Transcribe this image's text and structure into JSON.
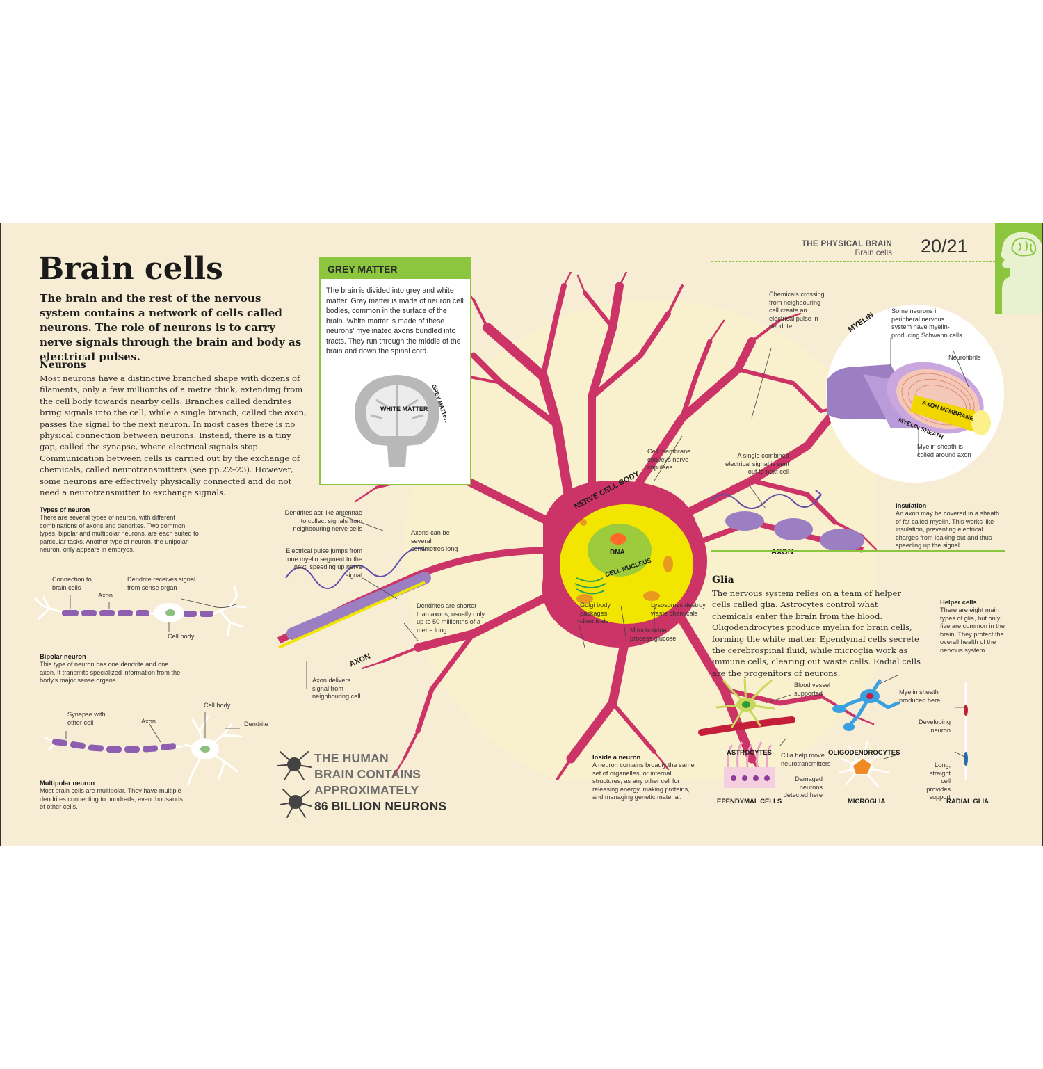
{
  "header": {
    "section": "THE PHYSICAL BRAIN",
    "subsection": "Brain cells",
    "pages": "20/21"
  },
  "title": "Brain cells",
  "intro": "The brain and the rest of the nervous system contains a network of cells called neurons. The role of neurons is to carry nerve signals through the brain and body as electrical pulses.",
  "neurons": {
    "heading": "Neurons",
    "text": "Most neurons have a distinctive branched shape with dozens of filaments, only a few millionths of a metre thick, extending from the cell body towards nearby cells. Branches called dendrites bring signals into the cell, while a single branch, called the axon, passes the signal to the next neuron. In most cases there is no physical connection between neurons. Instead, there is a tiny gap, called the synapse, where electrical signals stop. Communication between cells is carried out by the exchange of chemicals, called neurotransmitters (see pp.22–23). However, some neurons are effectively physically connected and do not need a neurotransmitter to exchange signals."
  },
  "types": {
    "heading": "Types of neuron",
    "text": "There are several types of neuron, with different combinations of axons and dendrites. Two common types, bipolar and multipolar neurons, are each suited to particular tasks. Another type of neuron, the unipolar neuron, only appears in embryos.",
    "bipolar_labels": {
      "connection": "Connection to brain cells",
      "axon": "Axon",
      "dendrite": "Dendrite receives signal from sense organ",
      "cell_body": "Cell body"
    },
    "bipolar_heading": "Bipolar neuron",
    "bipolar_text": "This type of neuron has one dendrite and one axon. It transmits specialized information from the body's major sense organs.",
    "multipolar_labels": {
      "synapse": "Synapse with other cell",
      "axon": "Axon",
      "cell_body": "Cell body",
      "dendrite": "Dendrite"
    },
    "multipolar_heading": "Multipolar neuron",
    "multipolar_text": "Most brain cells are multipolar. They have multiple dendrites connecting to hundreds, even thousands, of other cells."
  },
  "grey_matter": {
    "heading": "GREY MATTER",
    "text": "The brain is divided into grey and white matter. Grey matter is made of neuron cell bodies, common in the surface of the brain. White matter is made of these neurons' myelinated axons bundled into tracts. They run through the middle of the brain and down the spinal cord.",
    "label_grey": "GREY MATTER",
    "label_white": "WHITE MATTER"
  },
  "neuron_diagram": {
    "cell_body": "NERVE CELL BODY",
    "nucleus": "CELL NUCLEUS",
    "dna": "DNA",
    "axon_left": "AXON",
    "axon_right": "AXON",
    "annotations": {
      "dendrites_antennae": "Dendrites act like antennae to collect signals from neighbouring nerve cells",
      "pulse_jumps": "Electrical pulse jumps from one myelin segment to the next, speeding up nerve signal",
      "axons_long": "Axons can be several centimetres long",
      "dendrites_shorter": "Dendrites are shorter than axons, usually only up to 50 millionths of a metre long",
      "axon_delivers": "Axon delivers signal from neighbouring cell",
      "golgi": "Golgi body packages chemicals",
      "mitochondria": "Mitochondria process glucose",
      "lysosomes": "Lysosomes destroy waste chemicals",
      "membrane": "Cell membrane conveys nerve impulses",
      "chemicals_crossing": "Chemicals crossing from neighbouring cell create an electrical pulse in dendrite",
      "combined_signal": "A single combined electrical signal is sent out to next cell"
    }
  },
  "myelin": {
    "label": "MYELIN",
    "peripheral": "Some neurons in peripheral nervous system have myelin-producing Schwann cells",
    "neurofibrils": "Neurofibrils",
    "axon_membrane": "AXON MEMBRANE",
    "myelin_sheath": "MYELIN SHEATH",
    "coiled": "Myelin sheath is coiled around axon"
  },
  "insulation": {
    "heading": "Insulation",
    "text": "An axon may be covered in a sheath of fat called myelin. This works like insulation, preventing electrical charges from leaking out and thus speeding up the signal."
  },
  "inside_neuron": {
    "heading": "Inside a neuron",
    "text": "A neuron contains broadly the same set of organelles, or internal structures, as any other cell for releasing energy, making proteins, and managing genetic material."
  },
  "fact": {
    "line1": "THE HUMAN",
    "line2": "BRAIN CONTAINS",
    "line3": "APPROXIMATELY",
    "line4": "86 BILLION NEURONS"
  },
  "glia": {
    "heading": "Glia",
    "text": "The nervous system relies on a team of helper cells called glia. Astrocytes control what chemicals enter the brain from the blood. Oligodendrocytes produce myelin for brain cells, forming the white matter. Ependymal cells secrete the cerebrospinal fluid, while microglia work as immune cells, clearing out waste cells. Radial cells are the progenitors of neurons.",
    "helper_heading": "Helper cells",
    "helper_text": "There are eight main types of glia, but only five are common in the brain. They protect the overall health of the nervous system.",
    "cells": {
      "astrocytes": "ASTROCYTES",
      "oligodendrocytes": "OLIGODENDROCYTES",
      "ependymal": "EPENDYMAL CELLS",
      "microglia": "MICROGLIA",
      "radial": "RADIAL GLIA"
    },
    "notes": {
      "blood_vessel": "Blood vessel supported",
      "myelin_produced": "Myelin sheath produced here",
      "cilia": "Cilia help move neurotransmitters",
      "damaged": "Damaged neurons detected here",
      "developing": "Developing neuron",
      "long_cell": "Long, straight cell provides support"
    }
  },
  "colors": {
    "background": "#f7edd4",
    "accent_green": "#8cc63f",
    "neuron_magenta": "#cc3366",
    "nucleus_yellow": "#f2e600",
    "myelin_purple": "#9b7fc2"
  }
}
